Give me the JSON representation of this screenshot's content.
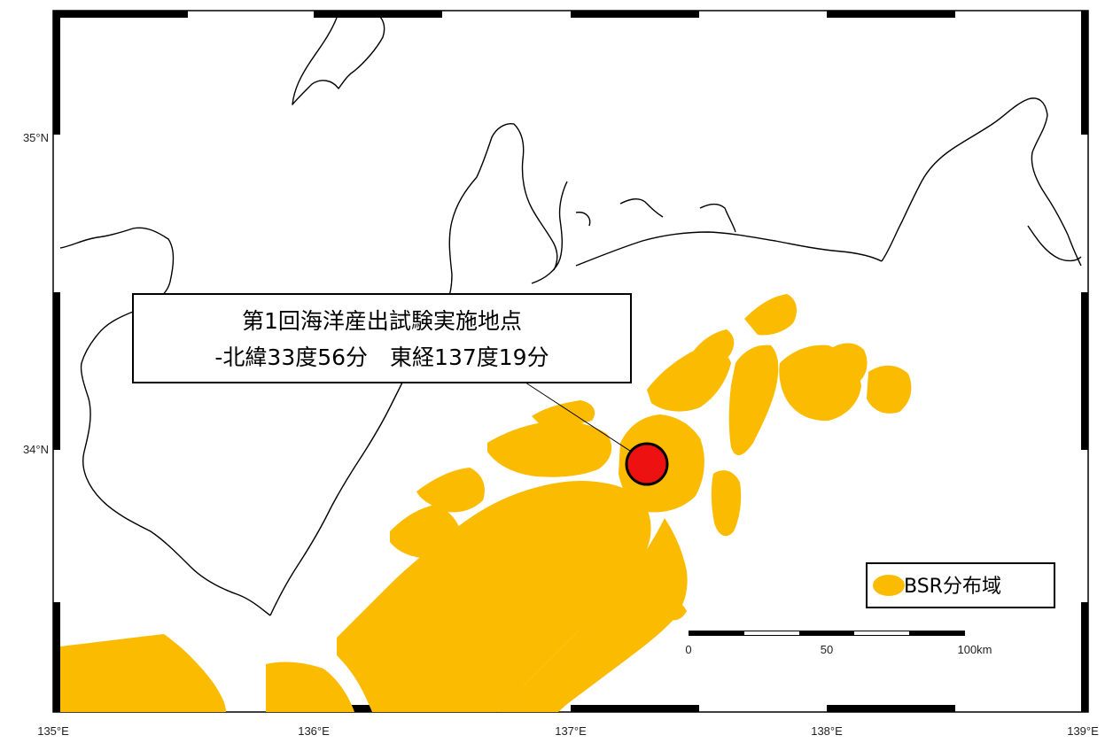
{
  "map": {
    "axes": {
      "lon_ticks": [
        "135°E",
        "136°E",
        "137°E",
        "138°E",
        "139°E"
      ],
      "lat_ticks": [
        "35°N",
        "34°N"
      ]
    },
    "callout": {
      "line1": "第1回海洋産出試験実施地点",
      "line2": "-北緯33度56分　東経137度19分"
    },
    "legend": {
      "label": "BSR分布域",
      "color": "#fbbb00"
    },
    "scale_bar": {
      "labels": [
        "0",
        "50",
        "100km"
      ]
    },
    "site_marker": {
      "color": "#ee1111"
    },
    "colors": {
      "land_outline": "#000000",
      "background": "#ffffff"
    }
  }
}
